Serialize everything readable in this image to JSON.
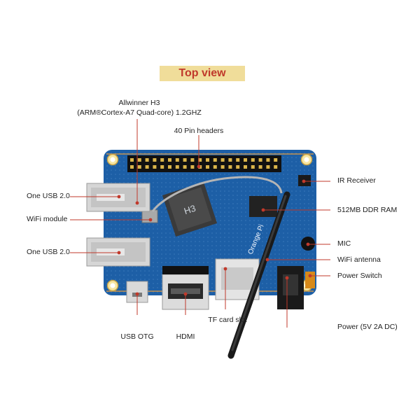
{
  "title": "Top view",
  "callouts": {
    "soc": {
      "line1": "Allwinner H3",
      "line2": "(ARM®Cortex-A7 Quad-core) 1.2GHZ"
    },
    "pin_headers": "40 Pin headers",
    "usb_top": "One USB 2.0",
    "wifi_module": "WiFi module",
    "usb_bottom": "One USB 2.0",
    "usb_otg": "USB OTG",
    "hdmi": "HDMI",
    "tf_card": "TF card slot",
    "ir_receiver": "IR Receiver",
    "ram": "512MB DDR RAM",
    "mic": "MIC",
    "wifi_antenna": "WiFi antenna",
    "power_switch": "Power Switch",
    "power": "Power (5V 2A DC)"
  },
  "board": {
    "chip_marking": "H3",
    "board_brand": "Orange Pi",
    "pcb_color": "#1d5fa6",
    "leader_color": "#c0392b"
  }
}
